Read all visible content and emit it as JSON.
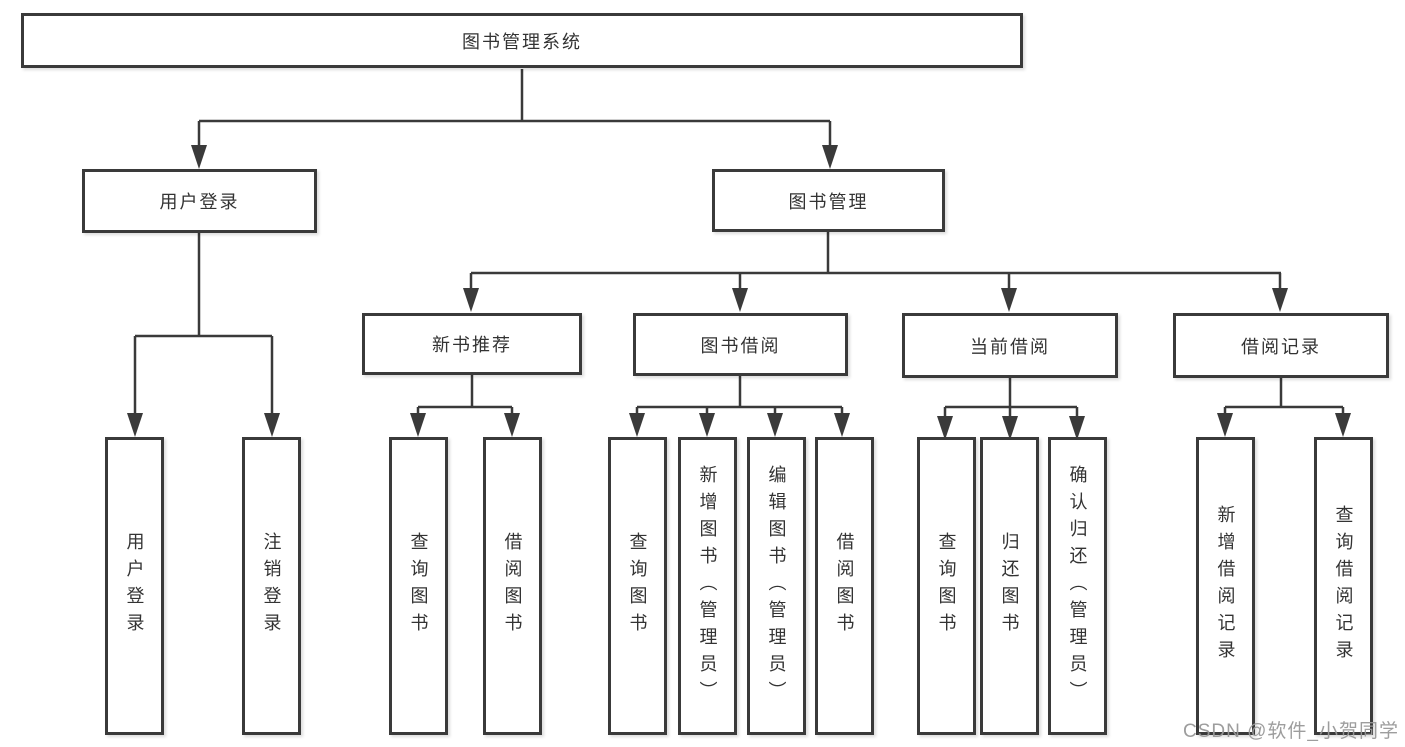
{
  "diagram": {
    "title": "图书管理系统",
    "children": [
      {
        "label": "用户登录",
        "children": [
          {
            "label": "用户登录"
          },
          {
            "label": "注销登录"
          }
        ]
      },
      {
        "label": "图书管理",
        "children": [
          {
            "label": "新书推荐",
            "children": [
              {
                "label": "查询图书"
              },
              {
                "label": "借阅图书"
              }
            ]
          },
          {
            "label": "图书借阅",
            "children": [
              {
                "label": "查询图书"
              },
              {
                "label": "新增图书（管理员）"
              },
              {
                "label": "编辑图书（管理员）"
              },
              {
                "label": "借阅图书"
              }
            ]
          },
          {
            "label": "当前借阅",
            "children": [
              {
                "label": "查询图书"
              },
              {
                "label": "归还图书"
              },
              {
                "label": "确认归还（管理员）"
              }
            ]
          },
          {
            "label": "借阅记录",
            "children": [
              {
                "label": "新增借阅记录"
              },
              {
                "label": "查询借阅记录"
              }
            ]
          }
        ]
      }
    ]
  },
  "watermark": {
    "text": "CSDN @软件_小贺同学"
  },
  "colors": {
    "line": "#3a3a3a",
    "box_border": "#3a3a3a",
    "text": "#333333",
    "watermark": "#989898",
    "background": "#ffffff"
  }
}
